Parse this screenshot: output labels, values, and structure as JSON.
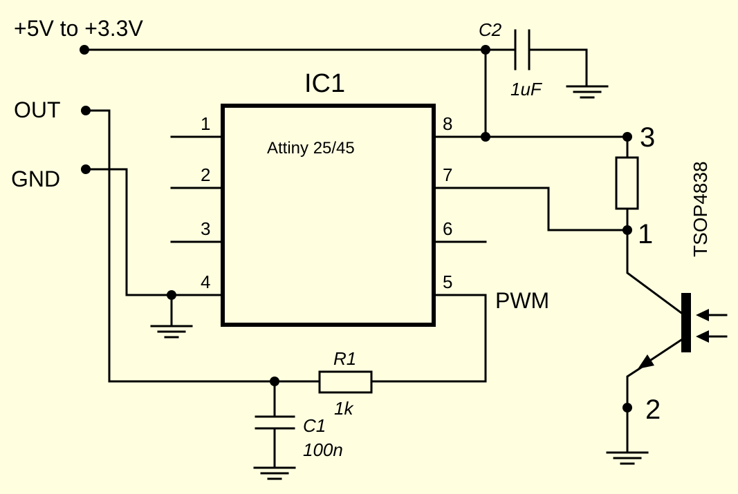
{
  "supply_label": "+5V to +3.3V",
  "out_label": "OUT",
  "gnd_label": "GND",
  "pwm_label": "PWM",
  "ic": {
    "designator": "IC1",
    "part": "Attiny 25/45",
    "pins": {
      "p1": "1",
      "p2": "2",
      "p3": "3",
      "p4": "4",
      "p5": "5",
      "p6": "6",
      "p7": "7",
      "p8": "8"
    }
  },
  "c2": {
    "designator": "C2",
    "value": "1uF"
  },
  "c1": {
    "designator": "C1",
    "value": "100n"
  },
  "r1": {
    "designator": "R1",
    "value": "1k"
  },
  "sensor": {
    "part": "TSOP4838",
    "pin1": "1",
    "pin2": "2",
    "pin3": "3"
  },
  "colors": {
    "background": "#ffffe0",
    "ink": "#000000"
  }
}
